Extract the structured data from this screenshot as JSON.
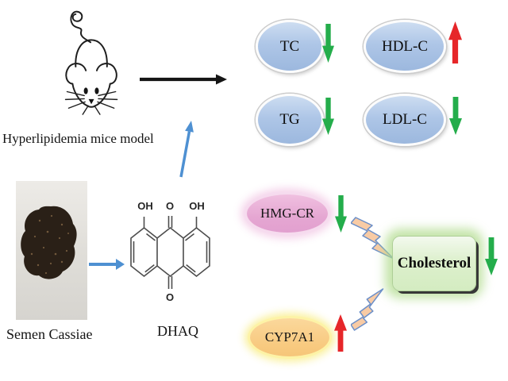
{
  "figure": {
    "mice": {
      "label": "Hyperlipidemia mice model"
    },
    "semen": {
      "label": "Semen Cassiae"
    },
    "dhaq": {
      "label": "DHAQ",
      "oh_left": "OH",
      "o_top": "O",
      "oh_right": "OH",
      "o_bottom": "O"
    },
    "lipids": [
      {
        "label": "TC",
        "trend": "down"
      },
      {
        "label": "HDL-C",
        "trend": "up"
      },
      {
        "label": "TG",
        "trend": "down"
      },
      {
        "label": "LDL-C",
        "trend": "down"
      }
    ],
    "hmgcr": {
      "label": "HMG-CR",
      "trend": "down"
    },
    "cyp7a1": {
      "label": "CYP7A1",
      "trend": "up"
    },
    "cholesterol": {
      "label": "Cholesterol",
      "trend": "down"
    },
    "colors": {
      "lipid_ellipse": "#aec6e7",
      "hmgcr_ellipse": "#e5a6d2",
      "cyp7a1_ellipse": "#f8ca80",
      "cholesterol_box": "#d9eec9",
      "up_arrow": "#e62629",
      "down_arrow": "#24ad4b",
      "flow_arrow_blue": "#4e90d2",
      "flow_arrow_black": "#151515",
      "bolt_fill": "#f8cba5",
      "bolt_stroke": "#6b8fc9"
    }
  }
}
